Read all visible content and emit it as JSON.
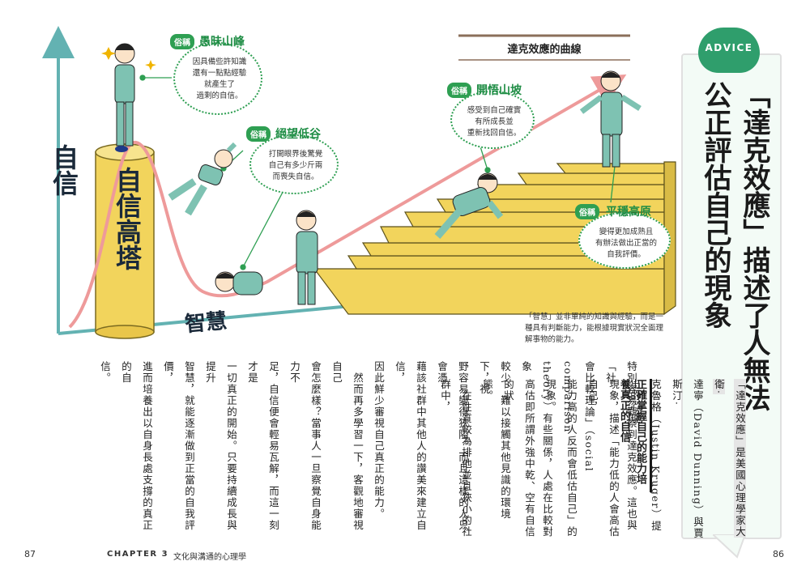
{
  "illustration": {
    "y_axis_label": "自信",
    "x_axis_label": "智慧",
    "tower_label": "自信高塔",
    "curve_title": "達克效應的曲線",
    "callouts": [
      {
        "tag": "俗稱",
        "title": "愚昧山峰",
        "text": [
          "因具備些許知識",
          "還有一點點經驗",
          "就產生了",
          "過剩的自信。"
        ]
      },
      {
        "tag": "俗稱",
        "title": "絕望低谷",
        "text": [
          "打開眼界後驚覺",
          "自己有多少斤兩",
          "而喪失自信。"
        ]
      },
      {
        "tag": "俗稱",
        "title": "開悟山坡",
        "text": [
          "感受到自己確實",
          "有所成長並",
          "重新找回自信。"
        ]
      },
      {
        "tag": "俗稱",
        "title": "平穩高原",
        "text": [
          "變得更加成熟且",
          "有辦法做出正當的",
          "自我評價。"
        ]
      }
    ],
    "note": "「智慧」並非單純的知識與經驗，而是一種具有判斷能力，能根據現實狀況全面理解事物的能力。"
  },
  "advice": {
    "badge": "ADVICE",
    "title": "「達克效應」描述了人無法公正評估自己的現象"
  },
  "section": {
    "subhead": "正確掌握自己的能力培養真正的自信"
  },
  "body": {
    "columns_right": [
      "「達克效應」是美國心理學家大衛·",
      "達寧（David Dunning）與賈斯汀·",
      "克魯格（Justin Kruger）提出的心理",
      "現象，描述「能力低的人會高估自己，",
      "能力高的人反而會低估自己」的現象。",
      "高估即所謂外強中乾、空有自信的狀",
      "態。",
      "　在性質較為排他並且狹小的社群中，"
    ],
    "columns_left": [
      "特別容易觀察到達克效應。這也與「社",
      "會比較理論」（social comparison",
      "theory）有些關係，人處在比較對象",
      "較少、難以接觸其他見識的環境下，視",
      "野容易變得狹隘。而且這樣的人只會憑",
      "藉該社群中其他人的讚美來建立自信，",
      "因此鮮少審視自己真正的能力。",
      "　然而再多學習一下，客觀地審視自己",
      "會怎麼樣？當事人一旦察覺自身能力不",
      "足，自信便會輕易瓦解，而這一刻才是",
      "一切真正的開始。只要持續成長與提升",
      "智慧，就能逐漸做到正當的自我評價，",
      "進而培養出以自身長處支撐的真正的自",
      "信。"
    ]
  },
  "footer": {
    "left_page_number": "87",
    "chapter": "CHAPTER 3",
    "chapter_title": "文化與溝通的心理學",
    "right_page_number": "86"
  },
  "colors": {
    "accent_green": "#2e9f52",
    "arrow_teal": "#63b2b2",
    "curve_pink": "#ee9a9a",
    "stair_yellow": "#f2d45c",
    "panel_bg": "#f3fbf6"
  }
}
